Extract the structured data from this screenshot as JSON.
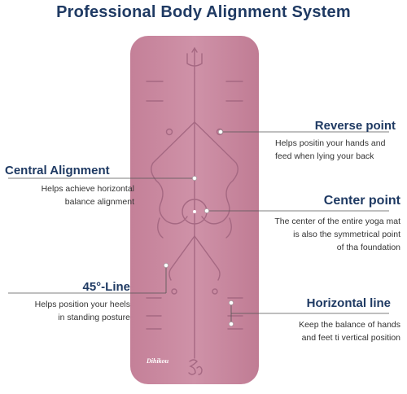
{
  "title": "Professional Body Alignment System",
  "brand": "Dihikou",
  "colors": {
    "title": "#1f3a63",
    "mat": "#c98aa2",
    "mat_line": "#a96a84",
    "pointer": "#555555"
  },
  "callouts": {
    "reverse": {
      "title": "Reverse point",
      "desc": [
        "Helps positin your hands and",
        "feed when lying your back"
      ]
    },
    "central": {
      "title": "Central Alignment",
      "desc": [
        "Helps achieve horizontal",
        "balance alignment"
      ]
    },
    "center": {
      "title": "Center point",
      "desc": [
        "The center of the entire yoga mat",
        "is also the symmetrical point",
        "of tha foundation"
      ]
    },
    "line45": {
      "title": "45°-Line",
      "desc": [
        "Helps position your heels",
        "in standing posture"
      ]
    },
    "horizontal": {
      "title": "Horizontal line",
      "desc": [
        "Keep the balance of hands",
        "and feet ti vertical position"
      ]
    }
  }
}
